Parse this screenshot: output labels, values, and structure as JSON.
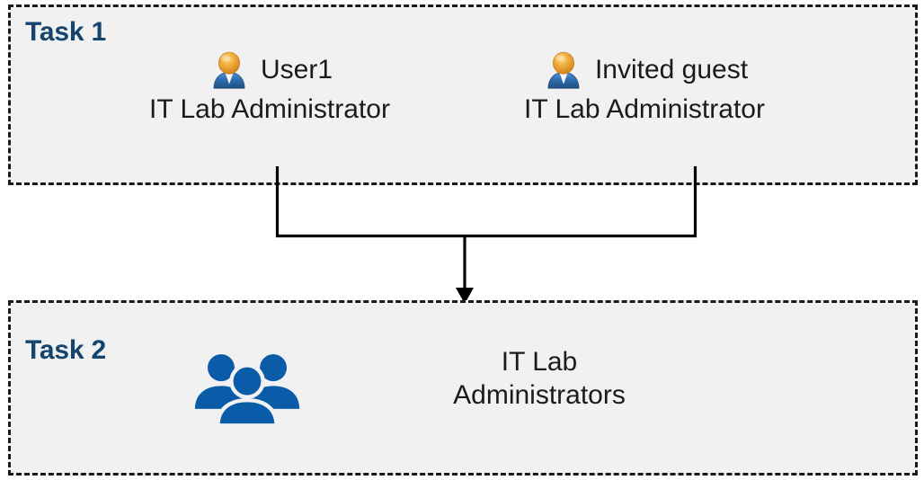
{
  "diagram": {
    "background_color": "#FFFFFF",
    "box_fill_color": "#F1F1F1",
    "box_border_color": "#1A1A1A",
    "label_color": "#15456F",
    "text_color": "#1B1B1B",
    "connector_color": "#000000",
    "group_icon_color": "#0A5BA8",
    "user_icon_head_color": "#E8A33D",
    "user_icon_body_color": "#2F6DAF"
  },
  "task1": {
    "label": "Task 1",
    "members": [
      {
        "icon": "user-icon",
        "name": "User1",
        "role": "IT Lab Administrator"
      },
      {
        "icon": "user-icon",
        "name": "Invited guest",
        "role": "IT Lab Administrator"
      }
    ]
  },
  "task2": {
    "label": "Task 2",
    "group": {
      "icon": "user-group-icon",
      "name_line1": "IT Lab",
      "name_line2": "Administrators"
    }
  },
  "connector": {
    "type": "merge-arrow",
    "description": "Both Task 1 members join into the Task 2 group",
    "arrow_direction": "down"
  }
}
